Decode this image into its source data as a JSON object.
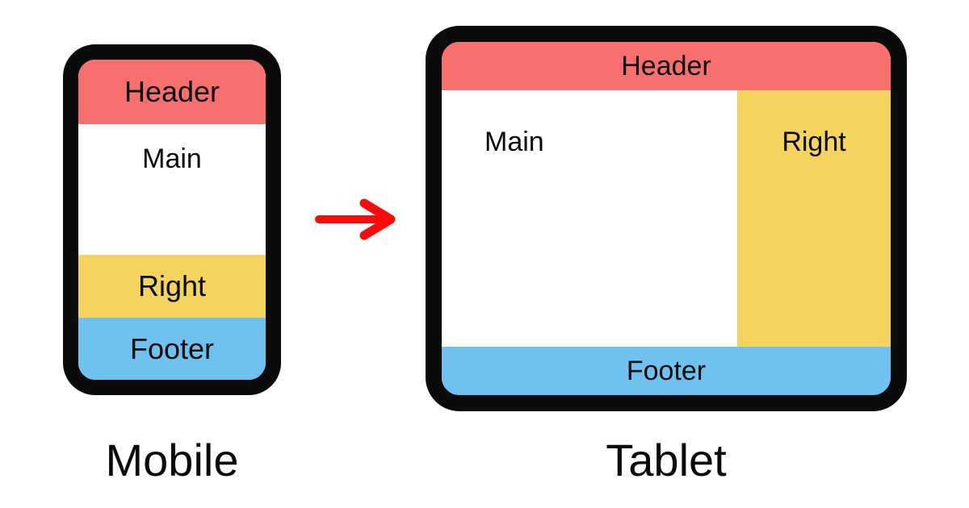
{
  "colors": {
    "background": "#FFFFFF",
    "frame": "#0B0B0B",
    "header": "#F7706E",
    "main": "#FFFFFF",
    "right": "#F4D35E",
    "footer": "#6FC2EF",
    "arrow": "#F80B0B",
    "text": "#0A0A0A"
  },
  "mobile": {
    "label": "Mobile",
    "sections": {
      "header": "Header",
      "main": "Main",
      "right": "Right",
      "footer": "Footer"
    }
  },
  "tablet": {
    "label": "Tablet",
    "sections": {
      "header": "Header",
      "main": "Main",
      "right": "Right",
      "footer": "Footer"
    }
  }
}
